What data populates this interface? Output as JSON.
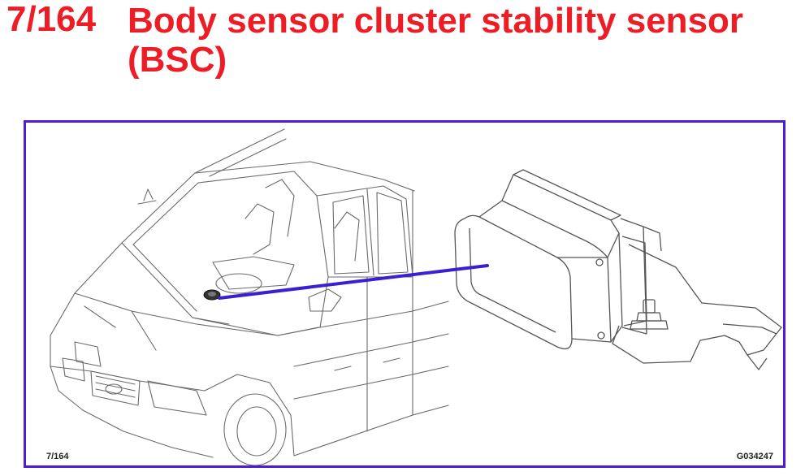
{
  "header": {
    "number": "7/164",
    "title": "Body sensor cluster stability sensor (BSC)"
  },
  "figure": {
    "ref_left": "7/164",
    "ref_right": "G034247",
    "pointer_color": "#3b1fd0",
    "frame_color": "#4a1ed6",
    "title_color": "#ee1c25"
  }
}
